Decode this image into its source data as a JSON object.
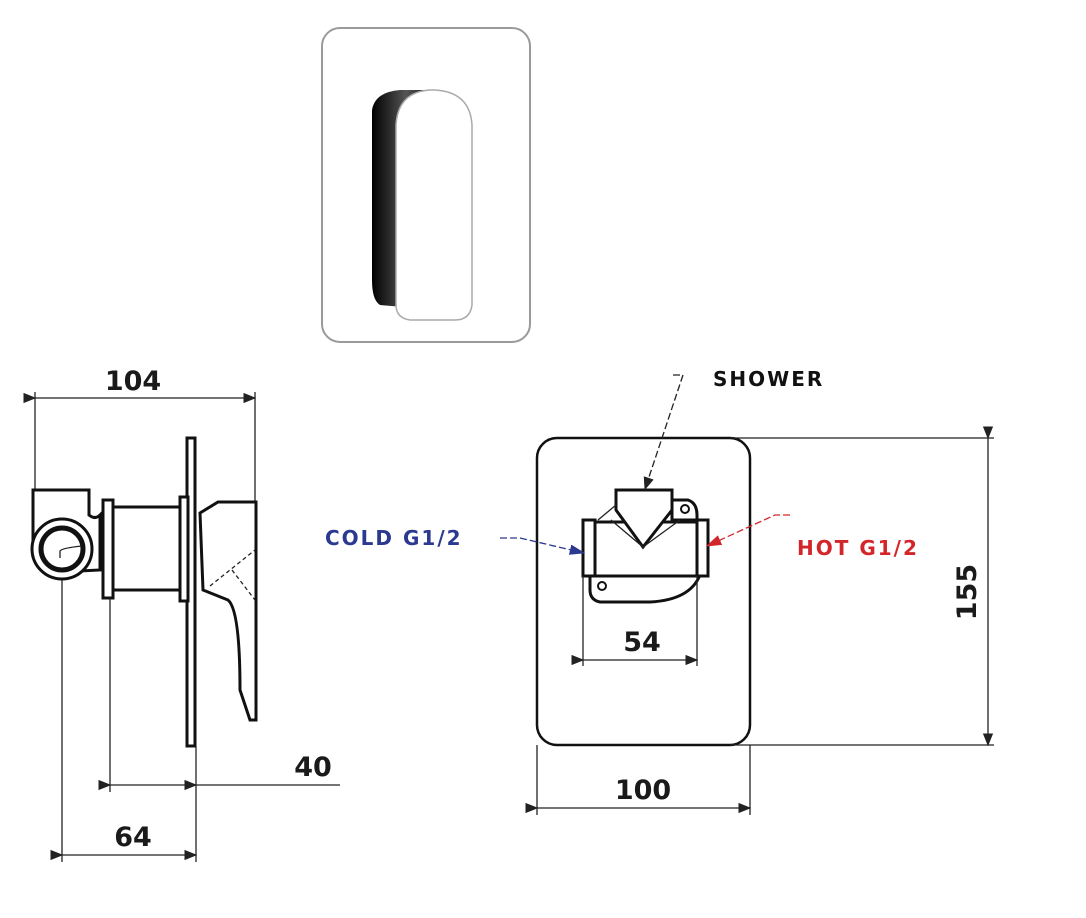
{
  "drawing": {
    "side_view": {
      "width_dim": "104",
      "depth_dim_a": "40",
      "depth_dim_b": "64"
    },
    "front_view": {
      "shower_label": "SHOWER",
      "cold_label": "COLD G1/2",
      "hot_label": "HOT G1/2",
      "valve_width_dim": "54",
      "plate_width_dim": "100",
      "plate_height_dim": "155"
    },
    "colors": {
      "cold": "#2b3990",
      "hot": "#d3262b",
      "line": "#111111"
    }
  }
}
